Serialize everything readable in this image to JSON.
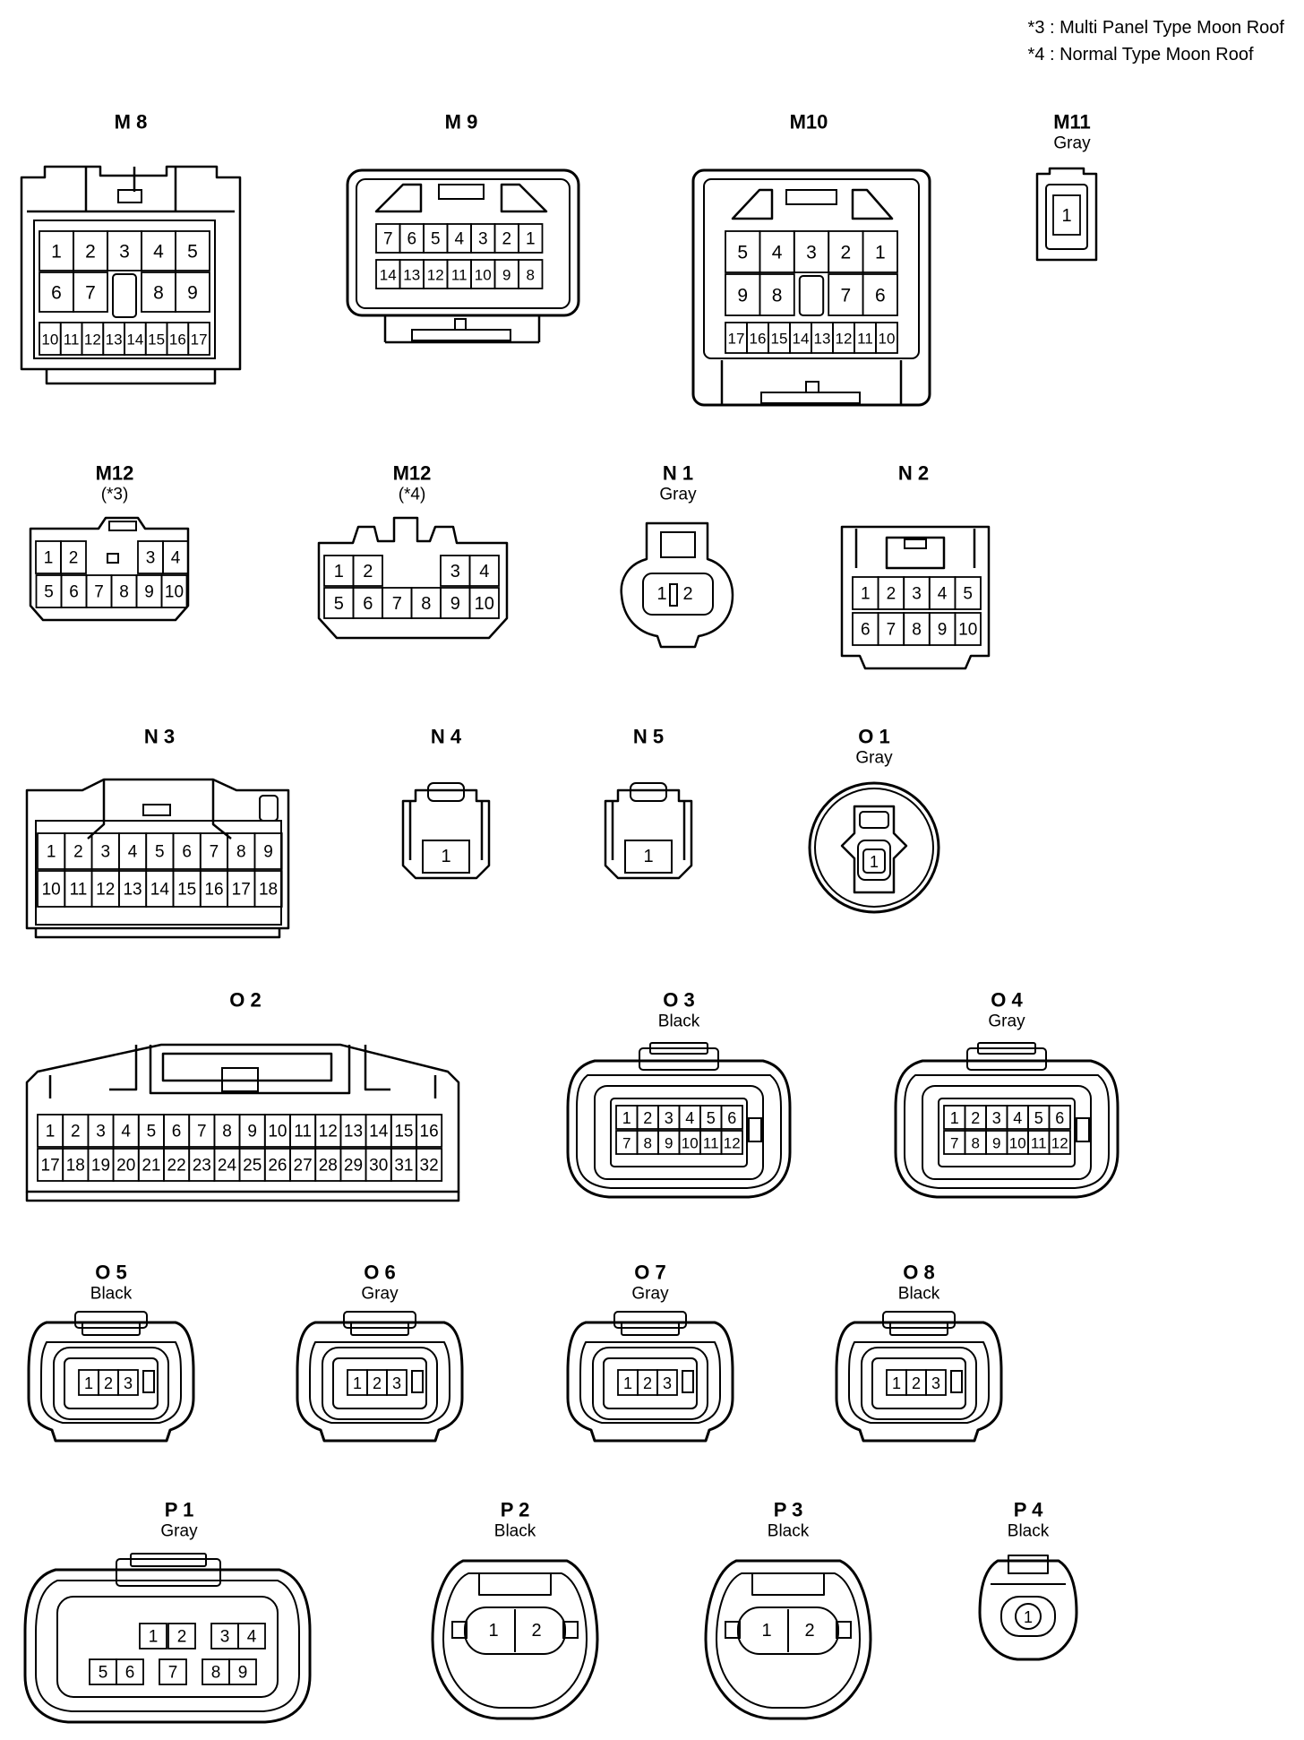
{
  "notes": [
    "*3 : Multi Panel Type Moon Roof",
    "*4 : Normal Type Moon Roof"
  ],
  "connectors": [
    {
      "id": "M8",
      "label": "M 8",
      "sub": "",
      "pins": [
        "1",
        "2",
        "3",
        "4",
        "5",
        "6",
        "7",
        "8",
        "9",
        "10",
        "11",
        "12",
        "13",
        "14",
        "15",
        "16",
        "17"
      ]
    },
    {
      "id": "M9",
      "label": "M 9",
      "sub": "",
      "pins": [
        "7",
        "6",
        "5",
        "4",
        "3",
        "2",
        "1",
        "14",
        "13",
        "12",
        "11",
        "10",
        "9",
        "8"
      ]
    },
    {
      "id": "M10",
      "label": "M10",
      "sub": "",
      "pins": [
        "5",
        "4",
        "3",
        "2",
        "1",
        "9",
        "8",
        "7",
        "6",
        "17",
        "16",
        "15",
        "14",
        "13",
        "12",
        "11",
        "10"
      ]
    },
    {
      "id": "M11",
      "label": "M11",
      "sub": "Gray",
      "pins": [
        "1"
      ]
    },
    {
      "id": "M12a",
      "label": "M12",
      "sub": "(*3)",
      "pins": [
        "1",
        "2",
        "3",
        "4",
        "5",
        "6",
        "7",
        "8",
        "9",
        "10"
      ]
    },
    {
      "id": "M12b",
      "label": "M12",
      "sub": "(*4)",
      "pins": [
        "1",
        "2",
        "3",
        "4",
        "5",
        "6",
        "7",
        "8",
        "9",
        "10"
      ]
    },
    {
      "id": "N1",
      "label": "N 1",
      "sub": "Gray",
      "pins": [
        "1",
        "2"
      ]
    },
    {
      "id": "N2",
      "label": "N 2",
      "sub": "",
      "pins": [
        "1",
        "2",
        "3",
        "4",
        "5",
        "6",
        "7",
        "8",
        "9",
        "10"
      ]
    },
    {
      "id": "N3",
      "label": "N 3",
      "sub": "",
      "pins": [
        "1",
        "2",
        "3",
        "4",
        "5",
        "6",
        "7",
        "8",
        "9",
        "10",
        "11",
        "12",
        "13",
        "14",
        "15",
        "16",
        "17",
        "18"
      ]
    },
    {
      "id": "N4",
      "label": "N 4",
      "sub": "",
      "pins": [
        "1"
      ]
    },
    {
      "id": "N5",
      "label": "N 5",
      "sub": "",
      "pins": [
        "1"
      ]
    },
    {
      "id": "O1",
      "label": "O 1",
      "sub": "Gray",
      "pins": [
        "1"
      ]
    },
    {
      "id": "O2",
      "label": "O 2",
      "sub": "",
      "pins": [
        "1",
        "2",
        "3",
        "4",
        "5",
        "6",
        "7",
        "8",
        "9",
        "10",
        "11",
        "12",
        "13",
        "14",
        "15",
        "16",
        "17",
        "18",
        "19",
        "20",
        "21",
        "22",
        "23",
        "24",
        "25",
        "26",
        "27",
        "28",
        "29",
        "30",
        "31",
        "32"
      ]
    },
    {
      "id": "O3",
      "label": "O 3",
      "sub": "Black",
      "pins": [
        "1",
        "2",
        "3",
        "4",
        "5",
        "6",
        "7",
        "8",
        "9",
        "10",
        "11",
        "12"
      ]
    },
    {
      "id": "O4",
      "label": "O 4",
      "sub": "Gray",
      "pins": [
        "1",
        "2",
        "3",
        "4",
        "5",
        "6",
        "7",
        "8",
        "9",
        "10",
        "11",
        "12"
      ]
    },
    {
      "id": "O5",
      "label": "O 5",
      "sub": "Black",
      "pins": [
        "1",
        "2",
        "3"
      ]
    },
    {
      "id": "O6",
      "label": "O 6",
      "sub": "Gray",
      "pins": [
        "1",
        "2",
        "3"
      ]
    },
    {
      "id": "O7",
      "label": "O 7",
      "sub": "Gray",
      "pins": [
        "1",
        "2",
        "3"
      ]
    },
    {
      "id": "O8",
      "label": "O 8",
      "sub": "Black",
      "pins": [
        "1",
        "2",
        "3"
      ]
    },
    {
      "id": "P1",
      "label": "P 1",
      "sub": "Gray",
      "pins": [
        "1",
        "2",
        "3",
        "4",
        "5",
        "6",
        "7",
        "8",
        "9"
      ]
    },
    {
      "id": "P2",
      "label": "P 2",
      "sub": "Black",
      "pins": [
        "1",
        "2"
      ]
    },
    {
      "id": "P3",
      "label": "P 3",
      "sub": "Black",
      "pins": [
        "1",
        "2"
      ]
    },
    {
      "id": "P4",
      "label": "P 4",
      "sub": "Black",
      "pins": [
        "1"
      ]
    }
  ]
}
